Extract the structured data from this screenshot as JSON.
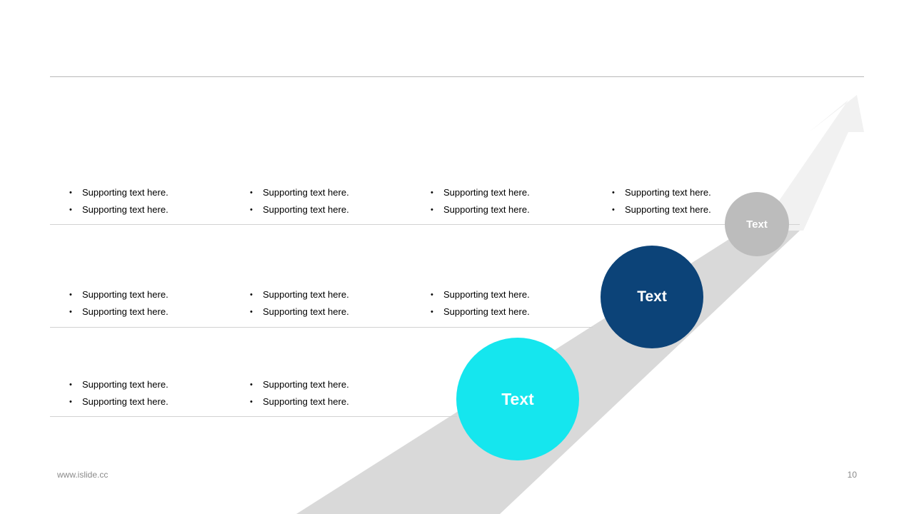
{
  "slide": {
    "rows": [
      {
        "columns": [
          [
            "Supporting text here.",
            "Supporting text here."
          ],
          [
            "Supporting text here.",
            "Supporting text here."
          ],
          [
            "Supporting text here.",
            "Supporting text here."
          ],
          [
            "Supporting text here.",
            "Supporting text here."
          ]
        ]
      },
      {
        "columns": [
          [
            "Supporting text here.",
            "Supporting text here."
          ],
          [
            "Supporting text here.",
            "Supporting text here."
          ],
          [
            "Supporting text here.",
            "Supporting text here."
          ]
        ]
      },
      {
        "columns": [
          [
            "Supporting text here.",
            "Supporting text here."
          ],
          [
            "Supporting text here.",
            "Supporting text here."
          ]
        ]
      }
    ],
    "steps": [
      {
        "label": "Text",
        "color": "#15e6ee"
      },
      {
        "label": "Text",
        "color": "#0c4378"
      },
      {
        "label": "Text",
        "color": "#bcbcbc"
      }
    ]
  },
  "footer": {
    "url": "www.islide.cc",
    "page_number": "10"
  }
}
